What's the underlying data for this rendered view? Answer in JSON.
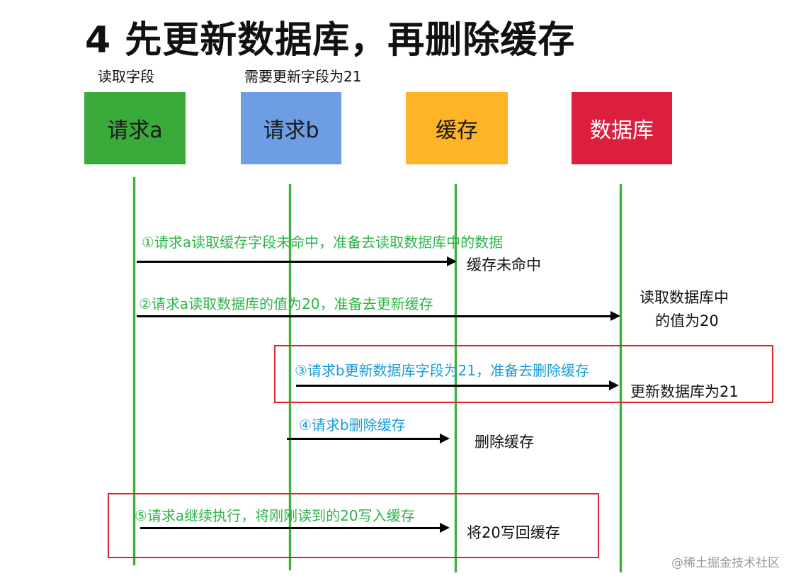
{
  "title": "4 先更新数据库，再删除缓存",
  "labels": {
    "read_field": "读取字段",
    "update_field": "需要更新字段为21"
  },
  "participants": [
    {
      "id": "request-a",
      "label": "请求a",
      "color": "#3aab3a",
      "text_color": "#1a1a1a"
    },
    {
      "id": "request-b",
      "label": "请求b",
      "color": "#6d9ee3",
      "text_color": "#1a1a1a"
    },
    {
      "id": "cache",
      "label": "缓存",
      "color": "#fdb426",
      "text_color": "#1a1a1a"
    },
    {
      "id": "database",
      "label": "数据库",
      "color": "#dc1f3e",
      "text_color": "#ffffff"
    }
  ],
  "steps": [
    {
      "label": "①请求a读取缓存字段未命中，准备去读取数据库中的数据",
      "from": "request-a",
      "to": "cache"
    },
    {
      "label": "②请求a读取数据库的值为20，准备去更新缓存",
      "from": "request-a",
      "to": "database"
    },
    {
      "label": "③请求b更新数据库字段为21，准备去删除缓存",
      "from": "request-b",
      "to": "database"
    },
    {
      "label": "④请求b删除缓存",
      "from": "request-b",
      "to": "cache"
    },
    {
      "label": "⑤请求a继续执行，将刚刚读到的20写入缓存",
      "from": "request-a",
      "to": "cache"
    }
  ],
  "notes": {
    "cache_miss": "缓存未命中",
    "db_read_line1": "读取数据库中",
    "db_read_line2": "的值为20",
    "db_update": "更新数据库为21",
    "cache_delete": "删除缓存",
    "cache_write": "将20写回缓存"
  },
  "watermark": "@稀土掘金技术社区",
  "colors": {
    "lifeline": "#3bb33b",
    "step_green": "#2fb34a",
    "step_blue": "#1a9dd4",
    "highlight_border": "#e0242c"
  }
}
